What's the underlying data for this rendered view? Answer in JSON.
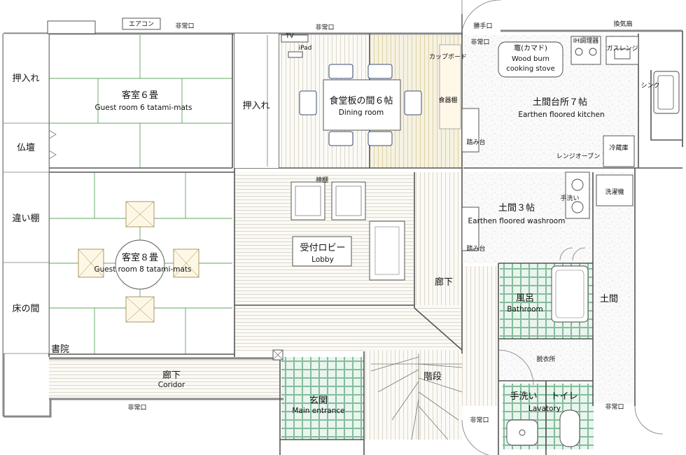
{
  "rooms": {
    "guest6": {
      "jp": "客室６畳",
      "en": "Guest room 6 tatami-mats"
    },
    "guest8": {
      "jp": "客室８畳",
      "en": "Guest room 8 tatami-mats"
    },
    "dining": {
      "jp": "食堂板の間６帖",
      "en": "Dining room"
    },
    "kitchen": {
      "jp": "土間台所７帖",
      "en": "Earthen floored kitchen"
    },
    "washroom": {
      "jp": "土間３帖",
      "en": "Earthen floored washroom"
    },
    "lobby": {
      "jp": "受付ロビー",
      "en": "Lobby"
    },
    "corridor_left": {
      "jp": "廊下",
      "en": "Coridor"
    },
    "corridor_right": {
      "jp": "廊下"
    },
    "entrance": {
      "jp": "玄関",
      "en": "Main entrance"
    },
    "stairs": {
      "jp": "階段"
    },
    "bath": {
      "jp": "風呂",
      "en": "Bathroom"
    },
    "lavatory": {
      "hand": "手洗い",
      "toilet": "トイレ",
      "en": "Lavatory"
    },
    "doma": {
      "jp": "土間"
    },
    "dressing": {
      "jp": "脱衣所"
    }
  },
  "closets": {
    "oshiire_left": "押入れ",
    "butsudan": "仏壇",
    "chigaidana": "違い棚",
    "tokonoma": "床の間",
    "shoin": "書院",
    "oshiire_mid": "押入れ"
  },
  "fixtures": {
    "aircon": "エアコン",
    "tv": "TV",
    "ipad": "iPad",
    "kamidana": "神棚",
    "cupboard": "カップボード",
    "dish_shelf": "食器棚",
    "step1": "踏み台",
    "step2": "踏み台",
    "kamado_jp": "竈(カマド)",
    "kamado_en1": "Wood burn",
    "kamado_en2": "cooking stove",
    "ih": "IH調理器",
    "gas": "ガスレンジ",
    "vent": "換気扇",
    "sink": "シンク",
    "oven": "レンジオーブン",
    "fridge": "冷蔵庫",
    "washer": "洗濯機",
    "handwash": "手洗い",
    "back_door": "勝手口"
  },
  "exits": {
    "top_left": "非常口",
    "top_mid": "非常口",
    "top_right": "非常口",
    "bottom_left": "非常口",
    "bottom_mid": "非常口",
    "bottom_right": "非常口"
  }
}
